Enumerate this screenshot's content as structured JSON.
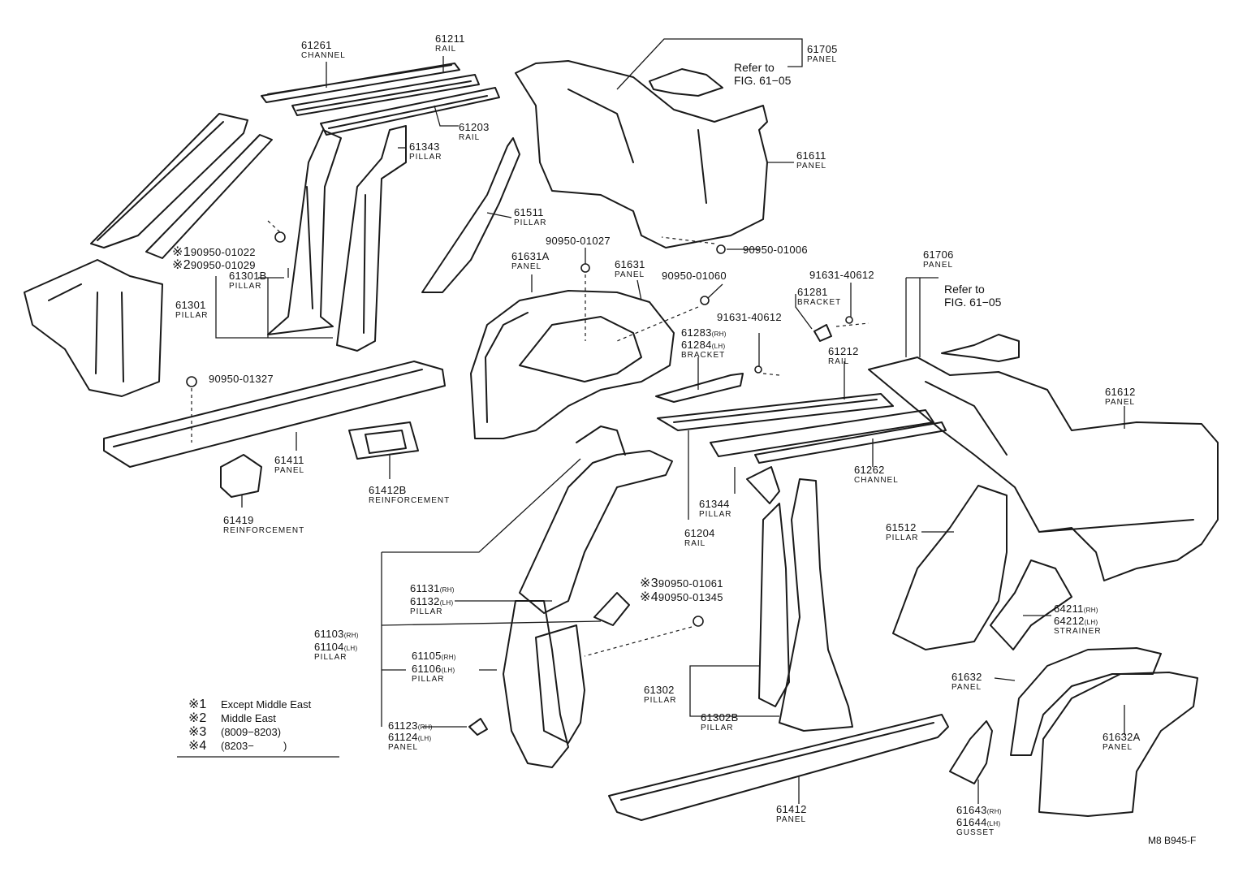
{
  "callouts": {
    "c61261": {
      "part": "61261",
      "name": "CHANNEL"
    },
    "c61211": {
      "part": "61211",
      "name": "RAIL"
    },
    "c61705": {
      "part": "61705",
      "name": "PANEL"
    },
    "c61705_ref": {
      "text1": "Refer to",
      "text2": "FIG. 61−05"
    },
    "c61203": {
      "part": "61203",
      "name": "RAIL"
    },
    "c61343": {
      "part": "61343",
      "name": "PILLAR"
    },
    "c61611": {
      "part": "61611",
      "name": "PANEL"
    },
    "c61511": {
      "part": "61511",
      "name": "PILLAR"
    },
    "c90950_01006": {
      "part": "90950-01006"
    },
    "c90950_01027": {
      "part": "90950-01027"
    },
    "c61706": {
      "part": "61706",
      "name": "PANEL"
    },
    "c61706_ref": {
      "text1": "Refer to",
      "text2": "FIG. 61−05"
    },
    "c90950_01022": {
      "mark": "※1",
      "part": "90950-01022"
    },
    "c90950_01029": {
      "mark": "※2",
      "part": "90950-01029"
    },
    "c61631A": {
      "part": "61631A",
      "name": "PANEL"
    },
    "c61631": {
      "part": "61631",
      "name": "PANEL"
    },
    "c90950_01060": {
      "part": "90950-01060"
    },
    "c91631_40612a": {
      "part": "91631-40612"
    },
    "c61301B": {
      "part": "61301B",
      "name": "PILLAR"
    },
    "c61301": {
      "part": "61301",
      "name": "PILLAR"
    },
    "c61281": {
      "part": "61281",
      "name": "BRACKET"
    },
    "c91631_40612b": {
      "part": "91631-40612"
    },
    "c61283": {
      "part": "61283",
      "suffix": "(RH)"
    },
    "c61284": {
      "part": "61284",
      "suffix": "(LH)",
      "name": "BRACKET"
    },
    "c61212": {
      "part": "61212",
      "name": "RAIL"
    },
    "c61612": {
      "part": "61612",
      "name": "PANEL"
    },
    "c90950_01327": {
      "part": "90950-01327"
    },
    "c61411": {
      "part": "61411",
      "name": "PANEL"
    },
    "c61412B": {
      "part": "61412B",
      "name": "REINFORCEMENT"
    },
    "c61419": {
      "part": "61419",
      "name": "REINFORCEMENT"
    },
    "c61262": {
      "part": "61262",
      "name": "CHANNEL"
    },
    "c61344": {
      "part": "61344",
      "name": "PILLAR"
    },
    "c61204": {
      "part": "61204",
      "name": "RAIL"
    },
    "c61512": {
      "part": "61512",
      "name": "PILLAR"
    },
    "c61131": {
      "part": "61131",
      "suffix": "(RH)"
    },
    "c61132": {
      "part": "61132",
      "suffix": "(LH)",
      "name": "PILLAR"
    },
    "c90950_01061": {
      "mark": "※3",
      "part": "90950-01061"
    },
    "c90950_01345": {
      "mark": "※4",
      "part": "90950-01345"
    },
    "c64211": {
      "part": "64211",
      "suffix": "(RH)"
    },
    "c64212": {
      "part": "64212",
      "suffix": "(LH)",
      "name": "STRAINER"
    },
    "c61103": {
      "part": "61103",
      "suffix": "(RH)"
    },
    "c61104": {
      "part": "61104",
      "suffix": "(LH)",
      "name": "PILLAR"
    },
    "c61105": {
      "part": "61105",
      "suffix": "(RH)"
    },
    "c61106": {
      "part": "61106",
      "suffix": "(LH)",
      "name": "PILLAR"
    },
    "c61632": {
      "part": "61632",
      "name": "PANEL"
    },
    "c61302": {
      "part": "61302",
      "name": "PILLAR"
    },
    "c61302B": {
      "part": "61302B",
      "name": "PILLAR"
    },
    "c61632A": {
      "part": "61632A",
      "name": "PANEL"
    },
    "c61123": {
      "part": "61123",
      "suffix": "(RH)"
    },
    "c61124": {
      "part": "61124",
      "suffix": "(LH)",
      "name": "PANEL"
    },
    "c61412": {
      "part": "61412",
      "name": "PANEL"
    },
    "c61643": {
      "part": "61643",
      "suffix": "(RH)"
    },
    "c61644": {
      "part": "61644",
      "suffix": "(LH)",
      "name": "GUSSET"
    }
  },
  "legend": [
    {
      "mark": "※1",
      "text": "Except Middle East"
    },
    {
      "mark": "※2",
      "text": "Middle East"
    },
    {
      "mark": "※3",
      "text": "(8009−8203)"
    },
    {
      "mark": "※4",
      "text": "(8203−          )"
    }
  ],
  "drawing_code": "M8 B945-F"
}
